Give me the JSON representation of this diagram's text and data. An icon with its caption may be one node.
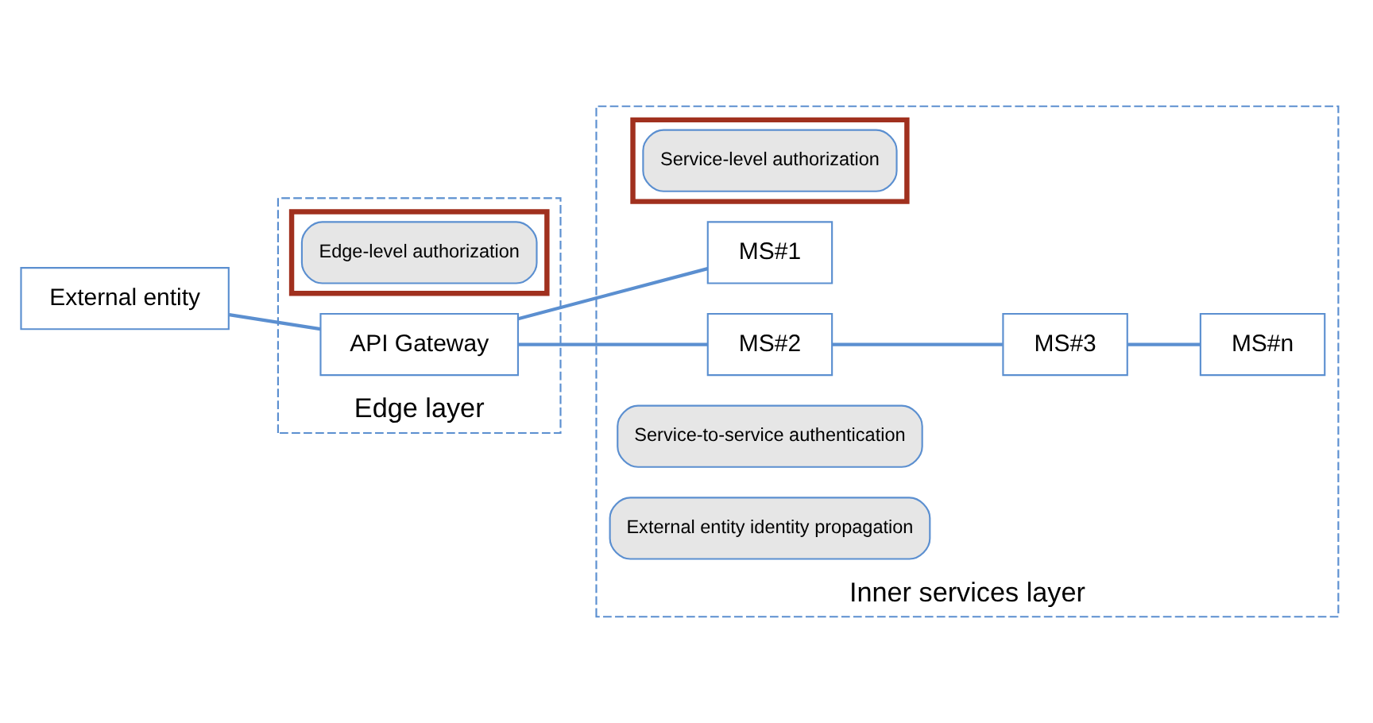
{
  "diagram": {
    "nodes": [
      {
        "text": [
          "Edge layer"
        ]
      },
      {
        "text": [
          "Inner services layer"
        ]
      },
      {
        "text": [
          "External entity"
        ]
      },
      {
        "text": [
          "API Gateway"
        ],
        "in": 0
      },
      {
        "text": [
          "MS#1"
        ],
        "in": 1
      },
      {
        "text": [
          "MS#3"
        ],
        "in": 1
      },
      {
        "text": [
          "MS#2"
        ],
        "in": 1
      },
      {
        "text": [
          "MS#n"
        ],
        "in": 1
      },
      {
        "text": [],
        "shape": "box",
        "in": 0
      },
      {
        "text": [
          "Edge-level authorization"
        ],
        "in": 8
      },
      {
        "text": [],
        "shape": "box",
        "in": 1
      },
      {
        "text": [
          "Service-level authorization"
        ],
        "in": 10
      },
      {
        "text": [
          "Service-to-service authentication"
        ],
        "in": 1
      },
      {
        "text": [
          "External entity identity propagation"
        ],
        "in": 1
      }
    ],
    "edges": [
      {
        "from": 2,
        "to": 3,
        "arrow": "none"
      },
      {
        "from": 3,
        "to": 4,
        "arrow": "none"
      },
      {
        "from": 3,
        "to": 6,
        "arrow": "none"
      },
      {
        "from": 6,
        "to": 5,
        "arrow": "none"
      },
      {
        "from": 5,
        "to": 7,
        "arrow": "none"
      }
    ]
  }
}
